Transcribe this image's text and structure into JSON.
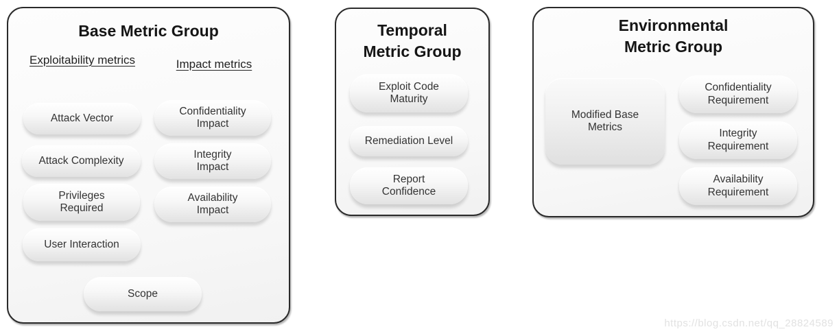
{
  "base_group": {
    "title": "Base Metric Group",
    "exploitability_header": "Exploitability metrics",
    "impact_header": "Impact metrics",
    "exploitability_items": [
      "Attack Vector",
      "Attack Complexity",
      "Privileges Required",
      "User Interaction"
    ],
    "impact_items": [
      "Confidentiality Impact",
      "Integrity Impact",
      "Availability Impact"
    ],
    "scope_label": "Scope"
  },
  "temporal_group": {
    "title": "Temporal Metric Group",
    "items": [
      "Exploit Code Maturity",
      "Remediation Level",
      "Report Confidence"
    ]
  },
  "environmental_group": {
    "title": "Environmental Metric Group",
    "modified_base_label": "Modified Base Metrics",
    "items": [
      "Confidentiality Requirement",
      "Integrity Requirement",
      "Availability Requirement"
    ]
  },
  "watermark_text": "https://blog.csdn.net/qq_28824589",
  "colors": {
    "panel_border": "#2a2a2a",
    "panel_background": "#f7f7f7",
    "pill_gradient_top": "#ffffff",
    "pill_gradient_bottom": "#e2e2e2",
    "title_text": "#151515",
    "body_text": "#333333",
    "watermark": "#e2e2e2"
  }
}
